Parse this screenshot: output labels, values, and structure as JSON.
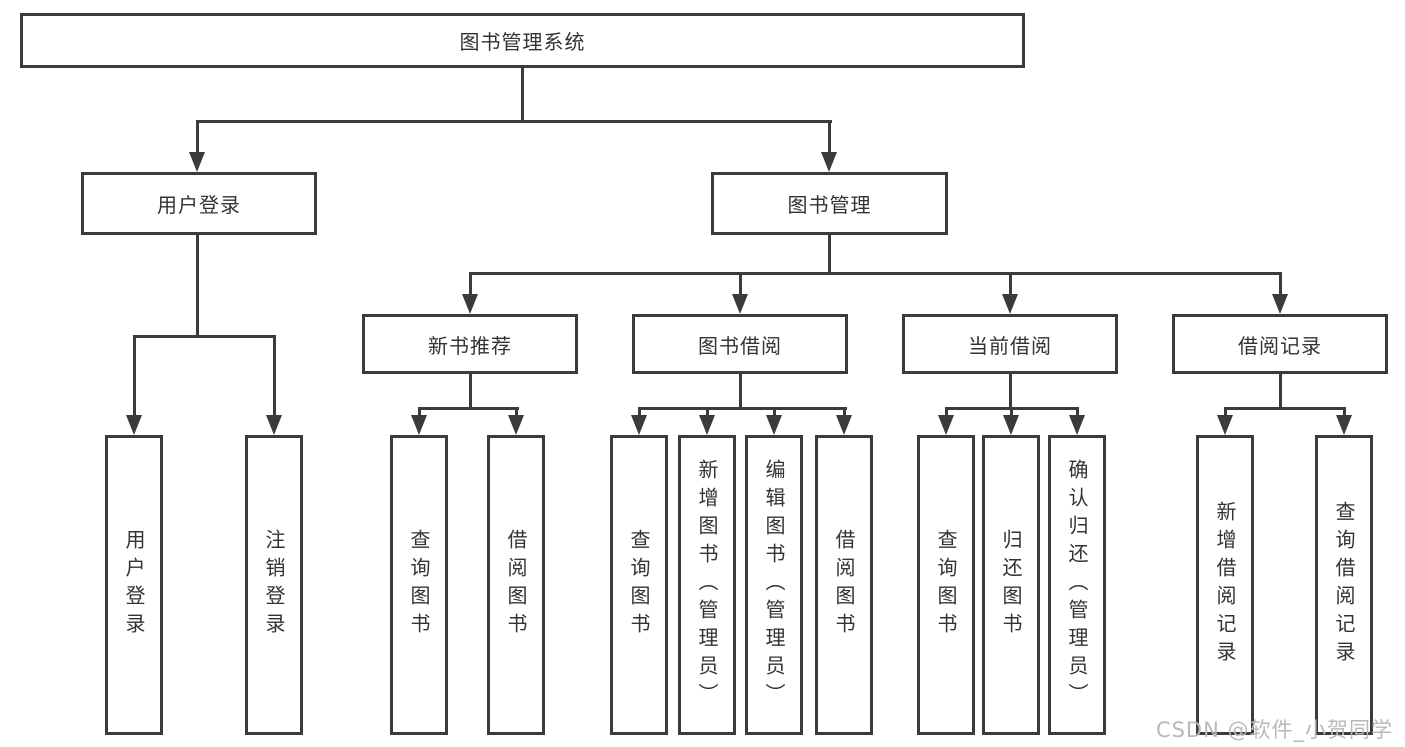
{
  "colors": {
    "line": "#3b3b3b",
    "text": "#333333",
    "box_bg": "#ffffff",
    "watermark": "#b9b9b9",
    "background": "#ffffff"
  },
  "watermark": {
    "text": "CSDN @软件_小贺同学"
  },
  "tree": {
    "root": {
      "label": "图书管理系统"
    },
    "level2": [
      {
        "label": "用户登录"
      },
      {
        "label": "图书管理"
      }
    ],
    "level3": [
      {
        "label": "新书推荐"
      },
      {
        "label": "图书借阅"
      },
      {
        "label": "当前借阅"
      },
      {
        "label": "借阅记录"
      }
    ],
    "leaves": {
      "user_login": [
        {
          "label": "用户登录"
        },
        {
          "label": "注销登录"
        }
      ],
      "new_book_rec": [
        {
          "label": "查询图书"
        },
        {
          "label": "借阅图书"
        }
      ],
      "book_borrow": [
        {
          "label": "查询图书"
        },
        {
          "label": "新增图书（管理员）"
        },
        {
          "label": "编辑图书（管理员）"
        },
        {
          "label": "借阅图书"
        }
      ],
      "current_borrow": [
        {
          "label": "查询图书"
        },
        {
          "label": "归还图书"
        },
        {
          "label": "确认归还（管理员）"
        }
      ],
      "borrow_records": [
        {
          "label": "新增借阅记录"
        },
        {
          "label": "查询借阅记录"
        }
      ]
    }
  }
}
